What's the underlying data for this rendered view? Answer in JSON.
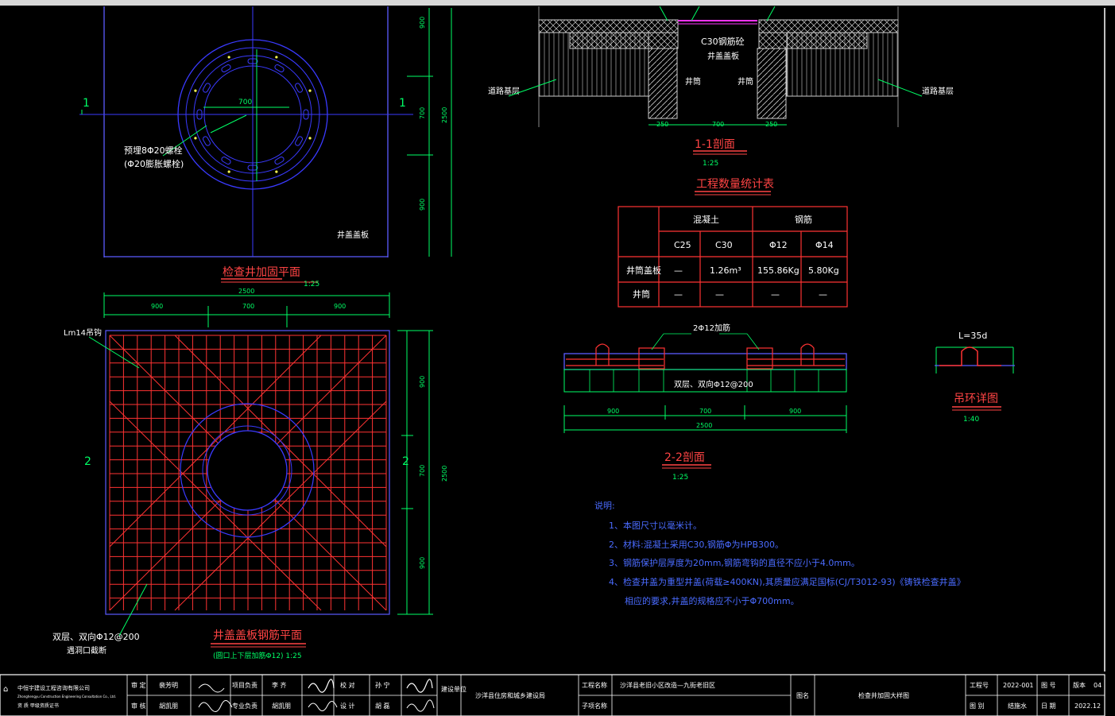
{
  "plan_view": {
    "title": "检查井加固平面",
    "scale": "1:25",
    "section_mark": "1",
    "bolt_note_1": "预埋8Φ20螺栓",
    "bolt_note_2": "(Φ20膨胀螺栓)",
    "cover_plate_label": "井盖盖板",
    "dim_top": "900",
    "dim_mid": "2500",
    "dim_bottom": "900",
    "dim_ring": "700"
  },
  "section_1": {
    "title": "1-1剖面",
    "scale": "1:25",
    "concrete_label": "C30钢筋砼",
    "cover_label": "井盖盖板",
    "shaft_left": "井筒",
    "shaft_right": "井筒",
    "road_left": "道路基层",
    "road_right": "道路基层",
    "dim_left": "250",
    "dim_mid": "700",
    "dim_right": "250"
  },
  "quantity_table": {
    "title": "工程数量统计表",
    "header_concrete": "混凝土",
    "header_steel": "钢筋",
    "col_c25": "C25",
    "col_c30": "C30",
    "col_phi12": "Φ12",
    "col_phi14": "Φ14",
    "row1_label": "井筒盖板",
    "row1_c25": "—",
    "row1_c30": "1.26m³",
    "row1_phi12": "155.86Kg",
    "row1_phi14": "5.80Kg",
    "row2_label": "井筒",
    "row2_c25": "—",
    "row2_c30": "—",
    "row2_phi12": "—",
    "row2_phi14": "—"
  },
  "rebar_plan": {
    "title": "井盖盖板钢筋平面",
    "subtitle": "(圆口上下层加筋Φ12) 1:25",
    "lifting_label": "Lm14吊钩",
    "mesh_note_1": "双层、双向Φ12@200",
    "mesh_note_2": "遇洞口截断",
    "section_mark": "2",
    "dim_left": "900",
    "dim_mid": "700",
    "dim_right": "900",
    "dim_total": "2500"
  },
  "section_2": {
    "title": "2-2剖面",
    "scale": "1:25",
    "top_note": "2Φ12加筋",
    "bottom_note": "双层、双向Φ12@200",
    "dim_left": "900",
    "dim_mid": "700",
    "dim_right": "900",
    "dim_total": "2500"
  },
  "hook_detail": {
    "title": "吊环详图",
    "scale": "1:40",
    "length_label": "L=35d"
  },
  "notes": {
    "heading": "说明:",
    "n1": "1、本图尺寸以毫米计。",
    "n2": "2、材料:混凝土采用C30,钢筋Φ为HPB300。",
    "n3": "3、钢筋保护层厚度为20mm,钢筋弯钩的直径不应小于4.0mm。",
    "n4": "4、检查井盖为重型井盖(荷载≥400KN),其质量应满足国标(CJ/T3012-93)《铸铁检查井盖》",
    "n5": "相应的要求,井盖的规格应不小于Φ700mm。"
  },
  "title_block": {
    "company_cn": "中恒宇建设工程咨询有限公司",
    "company_en": "Zhonghengyu Construction Engineering Consultation Co., Ltd.",
    "company_row": "资 质    甲级资质证书",
    "approve_label": "审 定",
    "approve_name": "裴芳明",
    "review_label": "审 核",
    "review_name": "胡凯朋",
    "pm_label": "项目负责",
    "pm_name": "李 齐",
    "prof_label": "专业负责",
    "prof_name": "胡凯朋",
    "check_label": "校 对",
    "check_name": "孙 宁",
    "design_label": "设 计",
    "design_name": "胡 磊",
    "unit_label": "建设单位",
    "unit_value": "沙洋县住房和城乡建设局",
    "project_label": "工程名称",
    "project_value": "沙洋县老旧小区改造—九街老旧区",
    "sub_label": "子项名称",
    "drawing_label": "图名",
    "drawing_name": "检查井加固大样图",
    "project_no_label": "工程号",
    "project_no": "2022-001",
    "drawing_no_label": "图 号",
    "version_label": "版本",
    "version": "04",
    "category_label": "图 别",
    "category": "结施水",
    "date_label": "日 期",
    "date": "2022.12"
  }
}
